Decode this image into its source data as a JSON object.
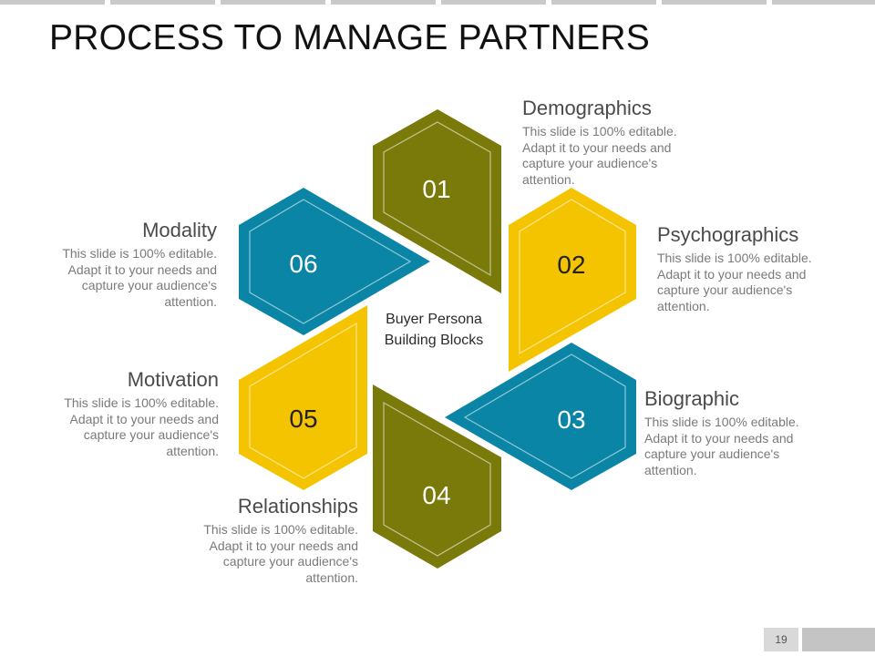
{
  "slide": {
    "title": "PROCESS TO MANAGE PARTNERS",
    "page_number": "19"
  },
  "colors": {
    "olive": "#7a7a0a",
    "gold": "#f5c400",
    "teal": "#0a85a6",
    "title_text": "#111111",
    "body_text": "#7a7a7a",
    "heading_text": "#4a4a4a",
    "top_bar": "#c9c9c9"
  },
  "center": {
    "line1": "Buyer Persona",
    "line2": "Building Blocks"
  },
  "segments": [
    {
      "number": "01",
      "title": "Demographics",
      "description": "This slide is 100% editable. Adapt it to your needs and capture your audience's attention.",
      "color": "olive"
    },
    {
      "number": "02",
      "title": "Psychographics",
      "description": "This slide is 100% editable. Adapt it to your needs and capture your audience's attention.",
      "color": "gold"
    },
    {
      "number": "03",
      "title": "Biographic",
      "description": "This slide is 100% editable. Adapt it to your needs and capture your audience's attention.",
      "color": "teal"
    },
    {
      "number": "04",
      "title": "Relationships",
      "description": "This slide is 100% editable. Adapt it to your needs and capture your audience's attention.",
      "color": "olive"
    },
    {
      "number": "05",
      "title": "Motivation",
      "description": "This slide is 100% editable. Adapt it to your needs and capture your audience's attention.",
      "color": "gold"
    },
    {
      "number": "06",
      "title": "Modality",
      "description": "This slide is 100% editable. Adapt it to your needs and capture your audience's attention.",
      "color": "teal"
    }
  ]
}
